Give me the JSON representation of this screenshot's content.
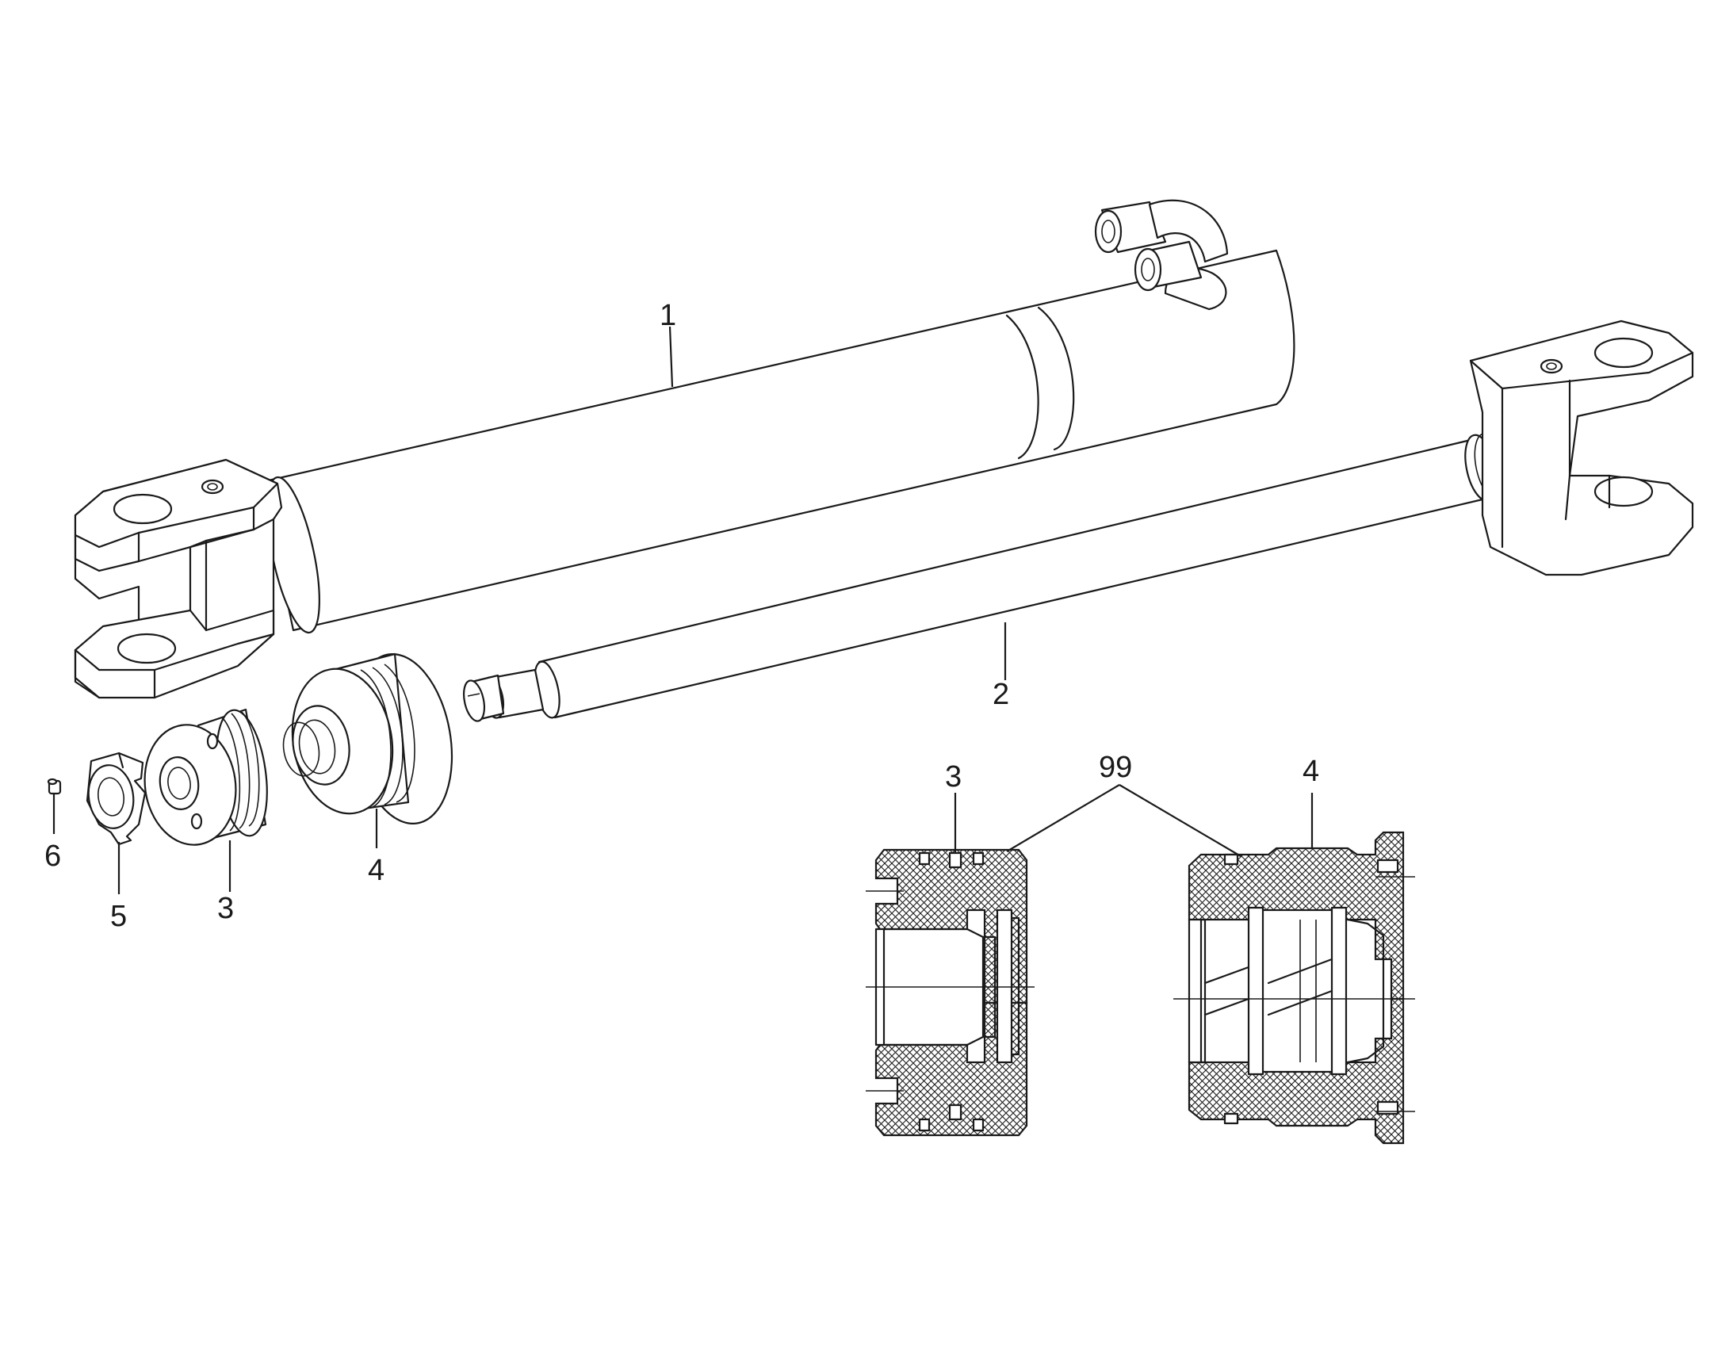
{
  "callouts": {
    "barrel": "1",
    "rod": "2",
    "piston_exploded": "3",
    "gland_exploded": "4",
    "lock_washer": "5",
    "set_screw": "6",
    "piston_section": "3",
    "seal_kit": "99",
    "gland_section": "4"
  },
  "colors": {
    "line": "#1a1a1a",
    "background": "#ffffff"
  }
}
